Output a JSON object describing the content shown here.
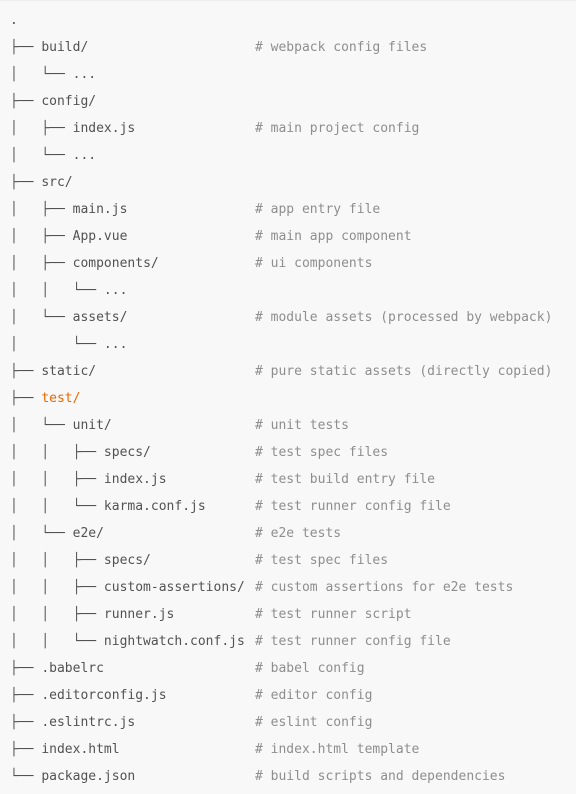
{
  "rows": [
    {
      "prefix": ".",
      "name": "",
      "comment": ""
    },
    {
      "prefix": "├── ",
      "name": "build/",
      "comment": "# webpack config files"
    },
    {
      "prefix": "│   └── ",
      "name": "...",
      "comment": ""
    },
    {
      "prefix": "├── ",
      "name": "config/",
      "comment": ""
    },
    {
      "prefix": "│   ├── ",
      "name": "index.js",
      "comment": "# main project config"
    },
    {
      "prefix": "│   └── ",
      "name": "...",
      "comment": ""
    },
    {
      "prefix": "├── ",
      "name": "src/",
      "comment": ""
    },
    {
      "prefix": "│   ├── ",
      "name": "main.js",
      "comment": "# app entry file"
    },
    {
      "prefix": "│   ├── ",
      "name": "App.vue",
      "comment": "# main app component"
    },
    {
      "prefix": "│   ├── ",
      "name": "components/",
      "comment": "# ui components"
    },
    {
      "prefix": "│   │   └── ",
      "name": "...",
      "comment": ""
    },
    {
      "prefix": "│   └── ",
      "name": "assets/",
      "comment": "# module assets (processed by webpack)"
    },
    {
      "prefix": "│       └── ",
      "name": "...",
      "comment": ""
    },
    {
      "prefix": "├── ",
      "name": "static/",
      "comment": "# pure static assets (directly copied)"
    },
    {
      "prefix": "├── ",
      "name": "test/",
      "comment": "",
      "highlight": true
    },
    {
      "prefix": "│   └── ",
      "name": "unit/",
      "comment": "# unit tests"
    },
    {
      "prefix": "│   │   ├── ",
      "name": "specs/",
      "comment": "# test spec files"
    },
    {
      "prefix": "│   │   ├── ",
      "name": "index.js",
      "comment": "# test build entry file"
    },
    {
      "prefix": "│   │   └── ",
      "name": "karma.conf.js",
      "comment": "# test runner config file"
    },
    {
      "prefix": "│   └── ",
      "name": "e2e/",
      "comment": "# e2e tests"
    },
    {
      "prefix": "│   │   ├── ",
      "name": "specs/",
      "comment": "# test spec files"
    },
    {
      "prefix": "│   │   ├── ",
      "name": "custom-assertions/",
      "comment": "# custom assertions for e2e tests"
    },
    {
      "prefix": "│   │   ├── ",
      "name": "runner.js",
      "comment": "# test runner script"
    },
    {
      "prefix": "│   │   └── ",
      "name": "nightwatch.conf.js",
      "comment": "# test runner config file"
    },
    {
      "prefix": "├── ",
      "name": ".babelrc",
      "comment": "# babel config"
    },
    {
      "prefix": "├── ",
      "name": ".editorconfig.js",
      "comment": "# editor config"
    },
    {
      "prefix": "├── ",
      "name": ".eslintrc.js",
      "comment": "# eslint config"
    },
    {
      "prefix": "├── ",
      "name": "index.html",
      "comment": "# index.html template"
    },
    {
      "prefix": "└── ",
      "name": "package.json",
      "comment": "# build scripts and dependencies"
    }
  ]
}
